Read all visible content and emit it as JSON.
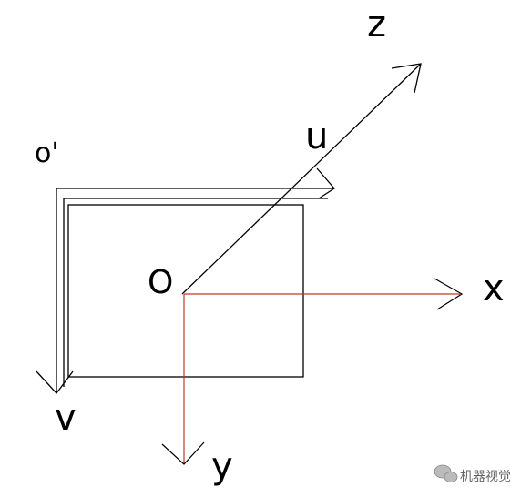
{
  "labels": {
    "z": "z",
    "u": "u",
    "o_prime": "o'",
    "origin": "O",
    "x": "x",
    "v": "v",
    "y": "y"
  },
  "watermark": {
    "text": "机器视觉",
    "icon": "wechat-icon"
  },
  "colors": {
    "ink": "#000000",
    "camera_axis": "#c0392b",
    "watermark": "#666666"
  }
}
